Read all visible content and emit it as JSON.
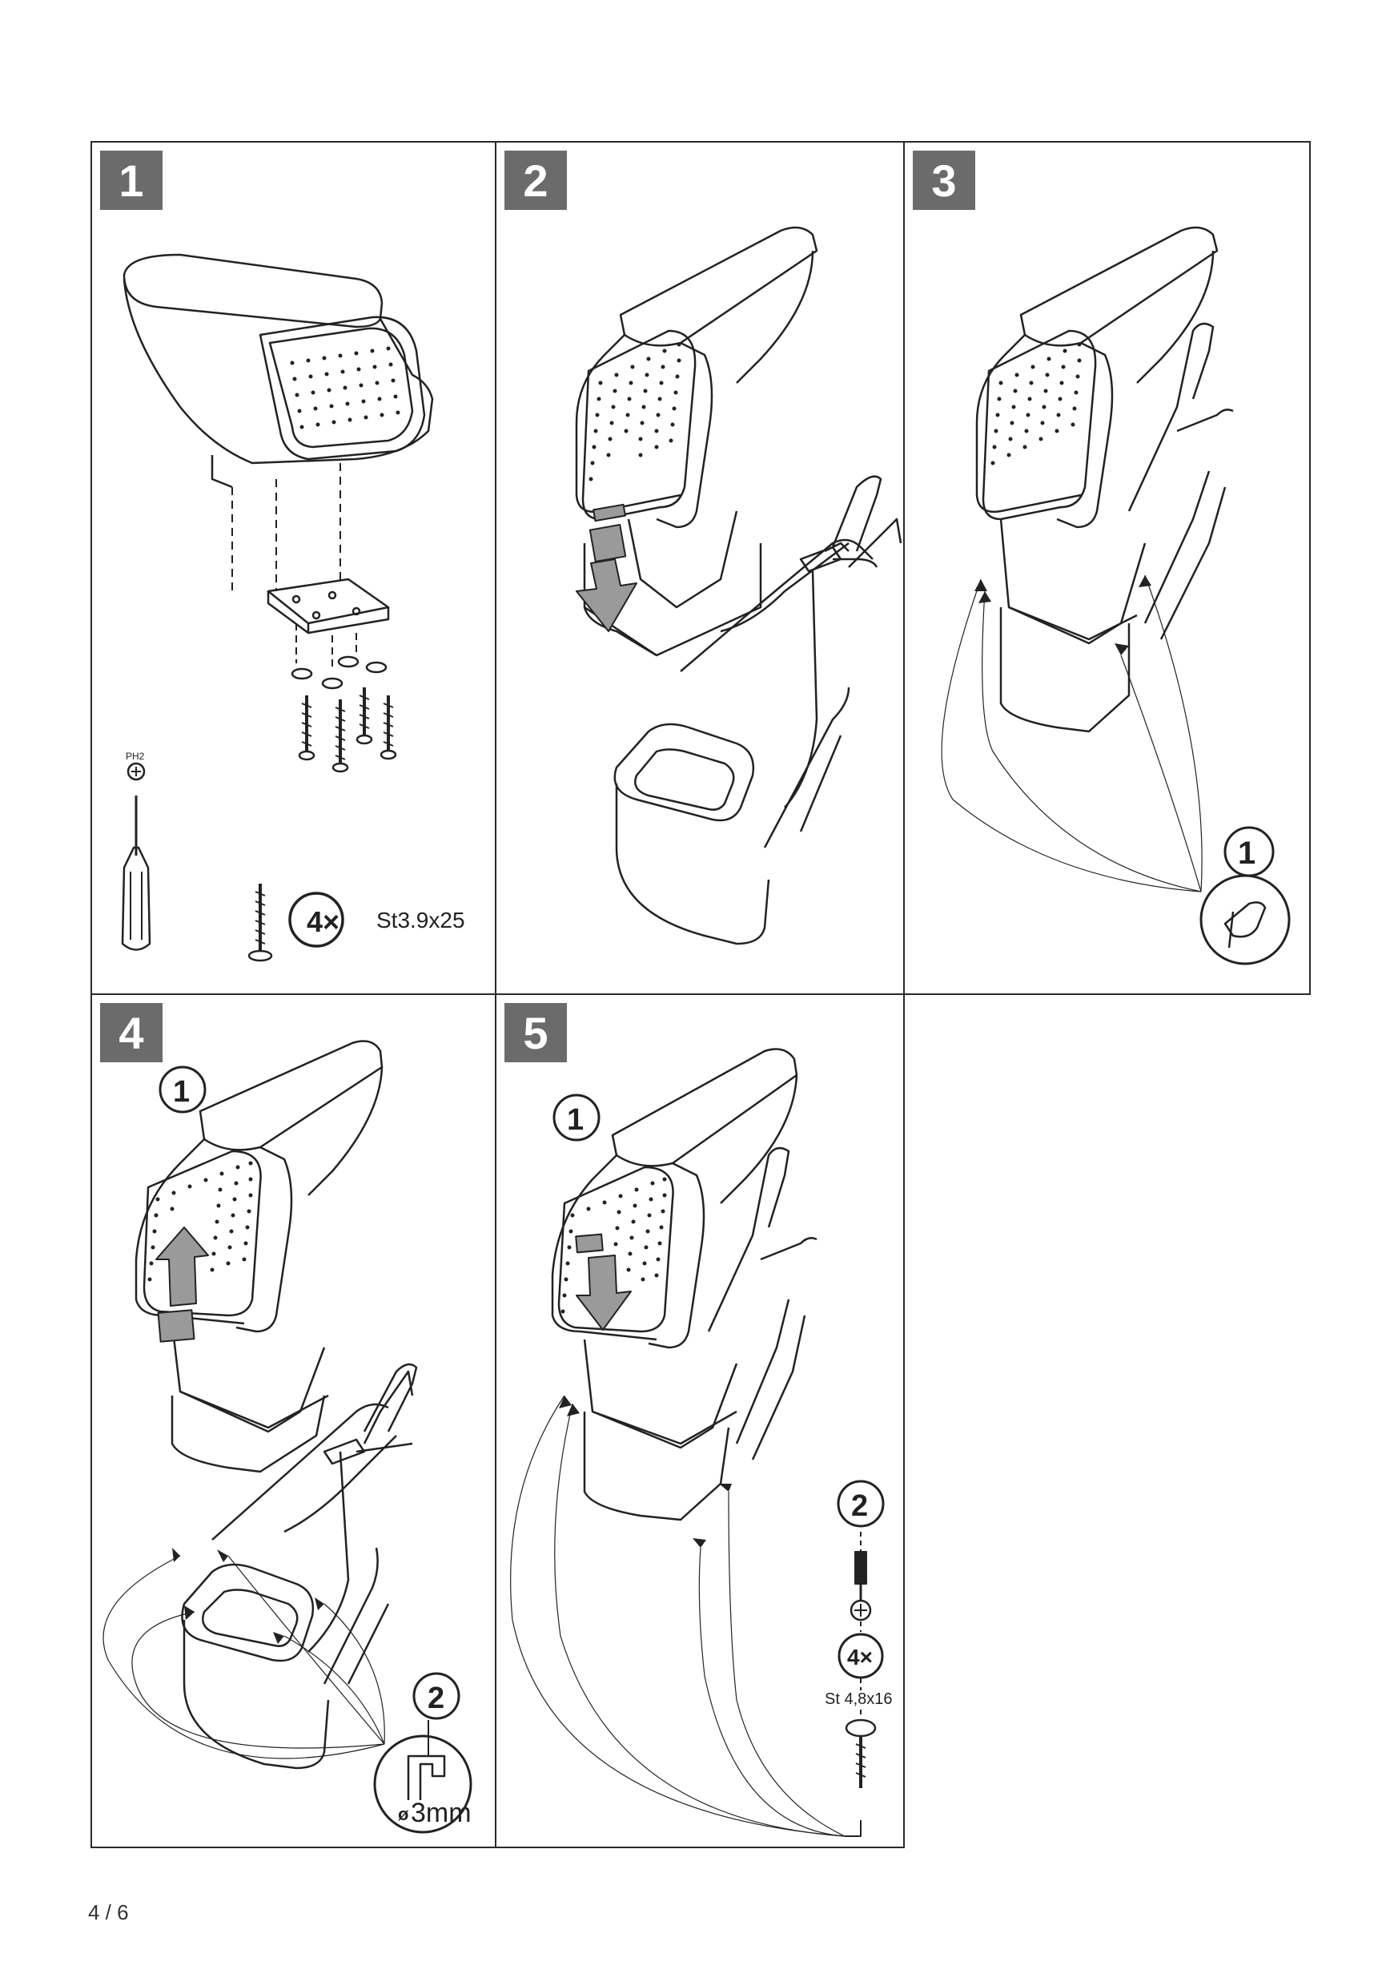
{
  "steps": [
    {
      "number": "1",
      "screw_count": "4×",
      "screw_spec": "St3.9x25",
      "tool_label": "PH2"
    },
    {
      "number": "2"
    },
    {
      "number": "3",
      "callout": "1"
    },
    {
      "number": "4",
      "callout_1": "1",
      "callout_2": "2",
      "drill_label": "3mm"
    },
    {
      "number": "5",
      "callout_1": "1",
      "callout_2": "2",
      "screw_count": "4×",
      "screw_spec": "St 4,8x16"
    }
  ],
  "page_number": "4 / 6",
  "colors": {
    "badge": "#6b6b6b",
    "line": "#222222",
    "arrow": "#9a9a9a"
  }
}
